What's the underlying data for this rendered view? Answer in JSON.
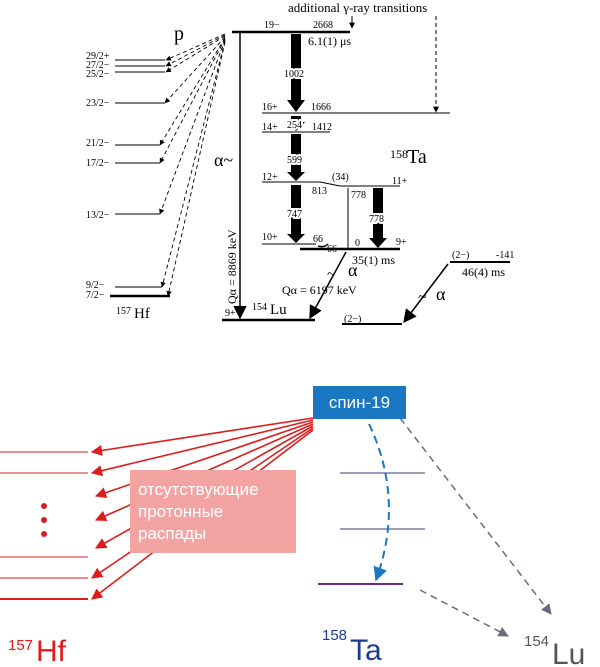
{
  "top_diagram": {
    "header_note": "additional γ-ray transitions",
    "proton_label": "p",
    "alpha_symbol": "α~",
    "q_alpha_left": "Qα = 8869 keV",
    "q_alpha_right": "Qα = 6197 keV",
    "hf_nucleus": {
      "mass": "157",
      "symbol": "Hf"
    },
    "ta_nucleus": {
      "mass": "158",
      "symbol": "Ta"
    },
    "lu_nucleus": {
      "mass": "154",
      "symbol": "Lu"
    },
    "hf_levels": [
      "29/2+",
      "27/2−",
      "25/2−",
      "23/2−",
      "21/2−",
      "17/2−",
      "13/2−",
      "9/2−",
      "7/2−"
    ],
    "ta_levels": [
      {
        "spin": "19−",
        "energy": "2668",
        "note": "6.1(1) μs"
      },
      {
        "spin": "16+",
        "energy": "1666"
      },
      {
        "spin": "14+",
        "energy": "1412"
      },
      {
        "spin": "12+",
        "energy": "(34)"
      },
      {
        "spin": "11+",
        "energy": ""
      },
      {
        "spin": "10+",
        "energy": "66"
      },
      {
        "spin": "9+",
        "energy": "0",
        "note": "35(1) ms"
      }
    ],
    "transitions": [
      "1002",
      "254",
      "599",
      "813",
      "778",
      "778",
      "747",
      "66"
    ],
    "isomer_2": {
      "spin": "(2−)",
      "energy": "-141",
      "note": "46(4) ms"
    },
    "lu_ground": "9+",
    "lu_low": "(2−)",
    "alpha_small": "α",
    "alpha_tilde": "~"
  },
  "bottom_diagram": {
    "spin_label": "спин-19",
    "missing_label": "отсутствующие протонные распады",
    "missing_lines": [
      "отсутствующие",
      "протонные",
      "распады"
    ],
    "hf": {
      "mass": "157",
      "symbol": "Hf"
    },
    "ta": {
      "mass": "158",
      "symbol": "Ta"
    },
    "lu": {
      "mass": "154",
      "symbol": "Lu"
    },
    "colors": {
      "red": "#dd1c1c",
      "blue": "#1a3d8f",
      "badge": "#1a78c2",
      "pink": "#f4a3a3",
      "gray": "#6b6b80",
      "purple": "#6b2a86"
    }
  }
}
